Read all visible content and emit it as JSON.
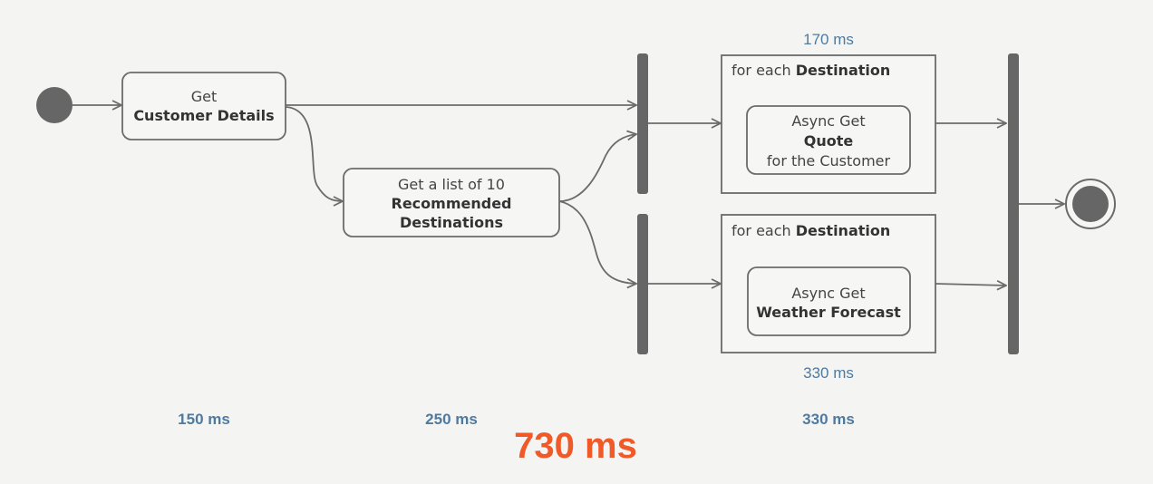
{
  "colors": {
    "line": "#6b6b6b",
    "bar": "#666666",
    "timing": "#4f7aa0",
    "total": "#f05a28",
    "box_fill": "#f6f6f5"
  },
  "nodes": {
    "customer_details": {
      "line1": "Get",
      "line2": "Customer Details"
    },
    "destinations": {
      "line1": "Get a list of 10",
      "line2": "Recommended",
      "line3": "Destinations"
    },
    "quote_loop": {
      "prefix": "for each ",
      "bold": "Destination"
    },
    "quote": {
      "line1": "Async Get",
      "line2": "Quote",
      "line3": "for the Customer"
    },
    "weather_loop": {
      "prefix": "for each ",
      "bold": "Destination"
    },
    "weather": {
      "line1": "Async Get",
      "line2": "Weather Forecast"
    }
  },
  "timings": {
    "quote_branch": "170 ms",
    "weather_branch": "330 ms",
    "step1": "150 ms",
    "step2": "250 ms",
    "step3": "330 ms",
    "total": "730 ms"
  }
}
